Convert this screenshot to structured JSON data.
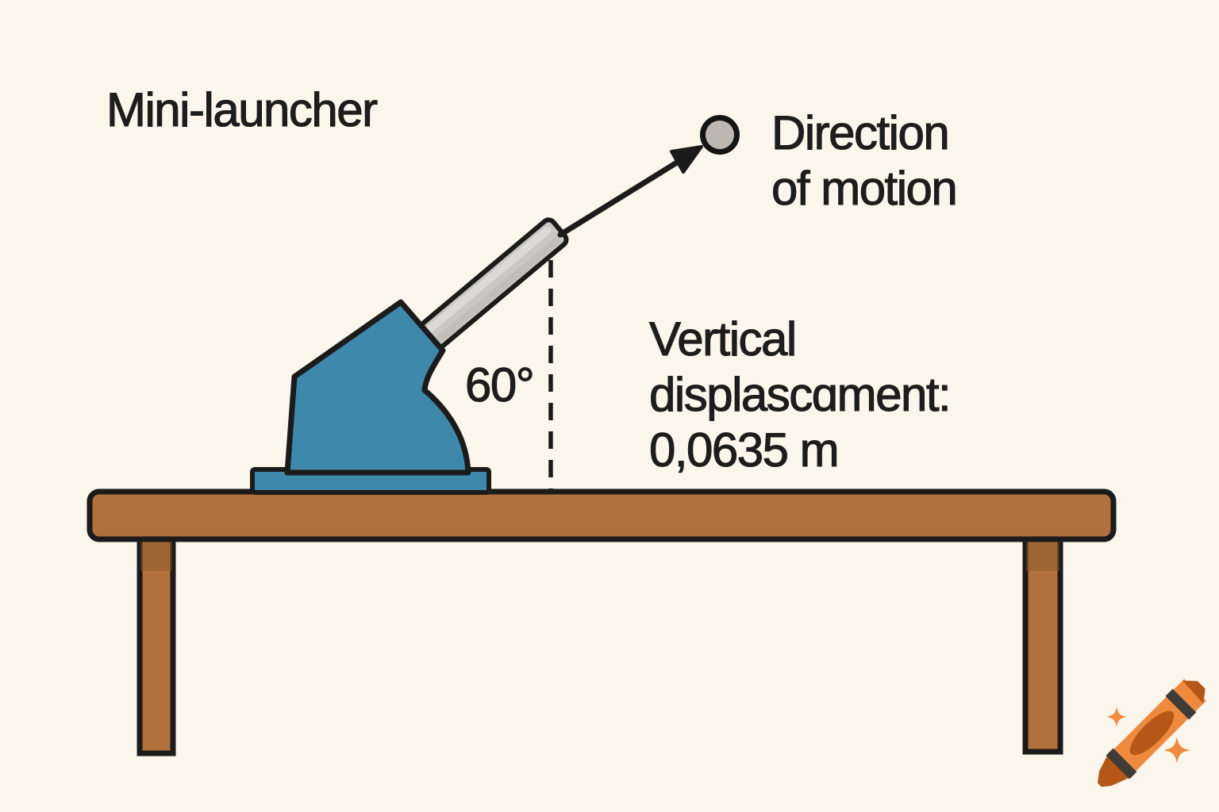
{
  "title": "Mini-launcher",
  "labels": {
    "direction": "Direction\nof motion",
    "angle": "60°",
    "displacement": "Vertical\ndisplascɑment:\n0,0635 m"
  },
  "colors": {
    "background": "#FBF6EC",
    "text": "#1D1D1D",
    "outline": "#1B1B1B",
    "launcher_blue": "#3E88AC",
    "barrel_gray": "#C9C7C2",
    "barrel_highlight": "#DCDAD6",
    "barrel_shade": "#BFBCB6",
    "ball_gray": "#BCB8B1",
    "table_brown": "#B2713C",
    "leg_shadow": "#8A5527",
    "crayon_orange": "#EE8A3E",
    "crayon_dark_orange": "#B75717",
    "crayon_band": "#3F3B36",
    "sparkle_orange": "#EF8B3F"
  }
}
